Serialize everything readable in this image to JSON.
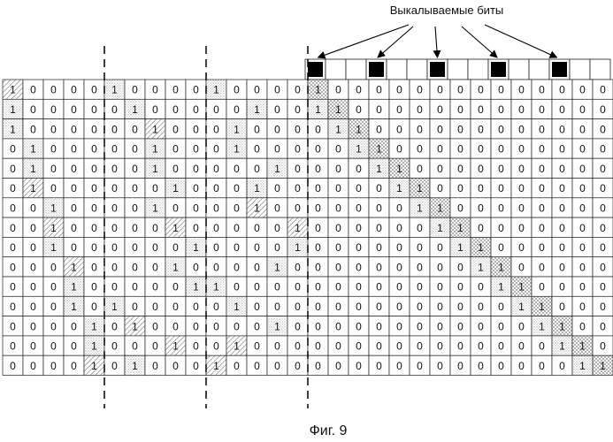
{
  "title": "Выкалываемые биты",
  "caption": "Фиг. 9",
  "punct_cols": [
    0,
    3,
    6,
    9,
    12
  ],
  "rows": [
    [
      1,
      0,
      0,
      0,
      0,
      1,
      0,
      0,
      0,
      0,
      1,
      0,
      0,
      0,
      0,
      1,
      0,
      0,
      0,
      0,
      0,
      0,
      0,
      0,
      0,
      0,
      0,
      0,
      0,
      0
    ],
    [
      1,
      0,
      0,
      0,
      0,
      0,
      1,
      0,
      0,
      0,
      0,
      0,
      1,
      0,
      0,
      1,
      1,
      0,
      0,
      0,
      0,
      0,
      0,
      0,
      0,
      0,
      0,
      0,
      0,
      0
    ],
    [
      1,
      0,
      0,
      0,
      0,
      0,
      0,
      1,
      0,
      0,
      0,
      1,
      0,
      0,
      0,
      0,
      1,
      1,
      0,
      0,
      0,
      0,
      0,
      0,
      0,
      0,
      0,
      0,
      0,
      0
    ],
    [
      0,
      1,
      0,
      0,
      0,
      0,
      0,
      1,
      0,
      0,
      0,
      1,
      0,
      0,
      0,
      0,
      0,
      1,
      1,
      0,
      0,
      0,
      0,
      0,
      0,
      0,
      0,
      0,
      0,
      0
    ],
    [
      0,
      1,
      0,
      0,
      0,
      0,
      0,
      1,
      0,
      0,
      0,
      0,
      0,
      1,
      0,
      0,
      0,
      0,
      1,
      1,
      0,
      0,
      0,
      0,
      0,
      0,
      0,
      0,
      0,
      0
    ],
    [
      0,
      1,
      0,
      0,
      0,
      0,
      0,
      0,
      1,
      0,
      0,
      0,
      1,
      0,
      0,
      0,
      0,
      0,
      0,
      1,
      1,
      0,
      0,
      0,
      0,
      0,
      0,
      0,
      0,
      0
    ],
    [
      0,
      0,
      1,
      0,
      0,
      0,
      0,
      1,
      0,
      0,
      0,
      0,
      1,
      0,
      0,
      0,
      0,
      0,
      0,
      0,
      1,
      1,
      0,
      0,
      0,
      0,
      0,
      0,
      0,
      0
    ],
    [
      0,
      0,
      1,
      0,
      0,
      0,
      0,
      0,
      1,
      0,
      0,
      0,
      0,
      0,
      1,
      0,
      0,
      0,
      0,
      0,
      0,
      1,
      1,
      0,
      0,
      0,
      0,
      0,
      0,
      0
    ],
    [
      0,
      0,
      1,
      0,
      0,
      0,
      0,
      0,
      0,
      1,
      0,
      0,
      0,
      0,
      1,
      0,
      0,
      0,
      0,
      0,
      0,
      0,
      1,
      1,
      0,
      0,
      0,
      0,
      0,
      0
    ],
    [
      0,
      0,
      0,
      1,
      0,
      0,
      0,
      0,
      1,
      0,
      0,
      0,
      0,
      1,
      0,
      0,
      0,
      0,
      0,
      0,
      0,
      0,
      0,
      1,
      1,
      0,
      0,
      0,
      0,
      0
    ],
    [
      0,
      0,
      0,
      1,
      0,
      0,
      0,
      0,
      0,
      1,
      1,
      0,
      0,
      0,
      0,
      0,
      0,
      0,
      0,
      0,
      0,
      0,
      0,
      0,
      1,
      1,
      0,
      0,
      0,
      0
    ],
    [
      0,
      0,
      0,
      1,
      0,
      1,
      0,
      0,
      0,
      0,
      0,
      1,
      0,
      0,
      0,
      0,
      0,
      0,
      0,
      0,
      0,
      0,
      0,
      0,
      0,
      1,
      1,
      0,
      0,
      0
    ],
    [
      0,
      0,
      0,
      0,
      1,
      0,
      1,
      0,
      0,
      0,
      0,
      0,
      0,
      1,
      0,
      0,
      0,
      0,
      0,
      0,
      0,
      0,
      0,
      0,
      0,
      0,
      1,
      1,
      0,
      0
    ],
    [
      0,
      0,
      0,
      0,
      1,
      0,
      0,
      0,
      1,
      0,
      0,
      1,
      0,
      0,
      0,
      0,
      0,
      0,
      0,
      0,
      0,
      0,
      0,
      0,
      0,
      0,
      0,
      1,
      1,
      0
    ],
    [
      0,
      0,
      0,
      0,
      1,
      0,
      1,
      0,
      0,
      0,
      1,
      0,
      0,
      0,
      0,
      0,
      0,
      0,
      0,
      0,
      0,
      0,
      0,
      0,
      0,
      0,
      0,
      0,
      1,
      1
    ]
  ]
}
